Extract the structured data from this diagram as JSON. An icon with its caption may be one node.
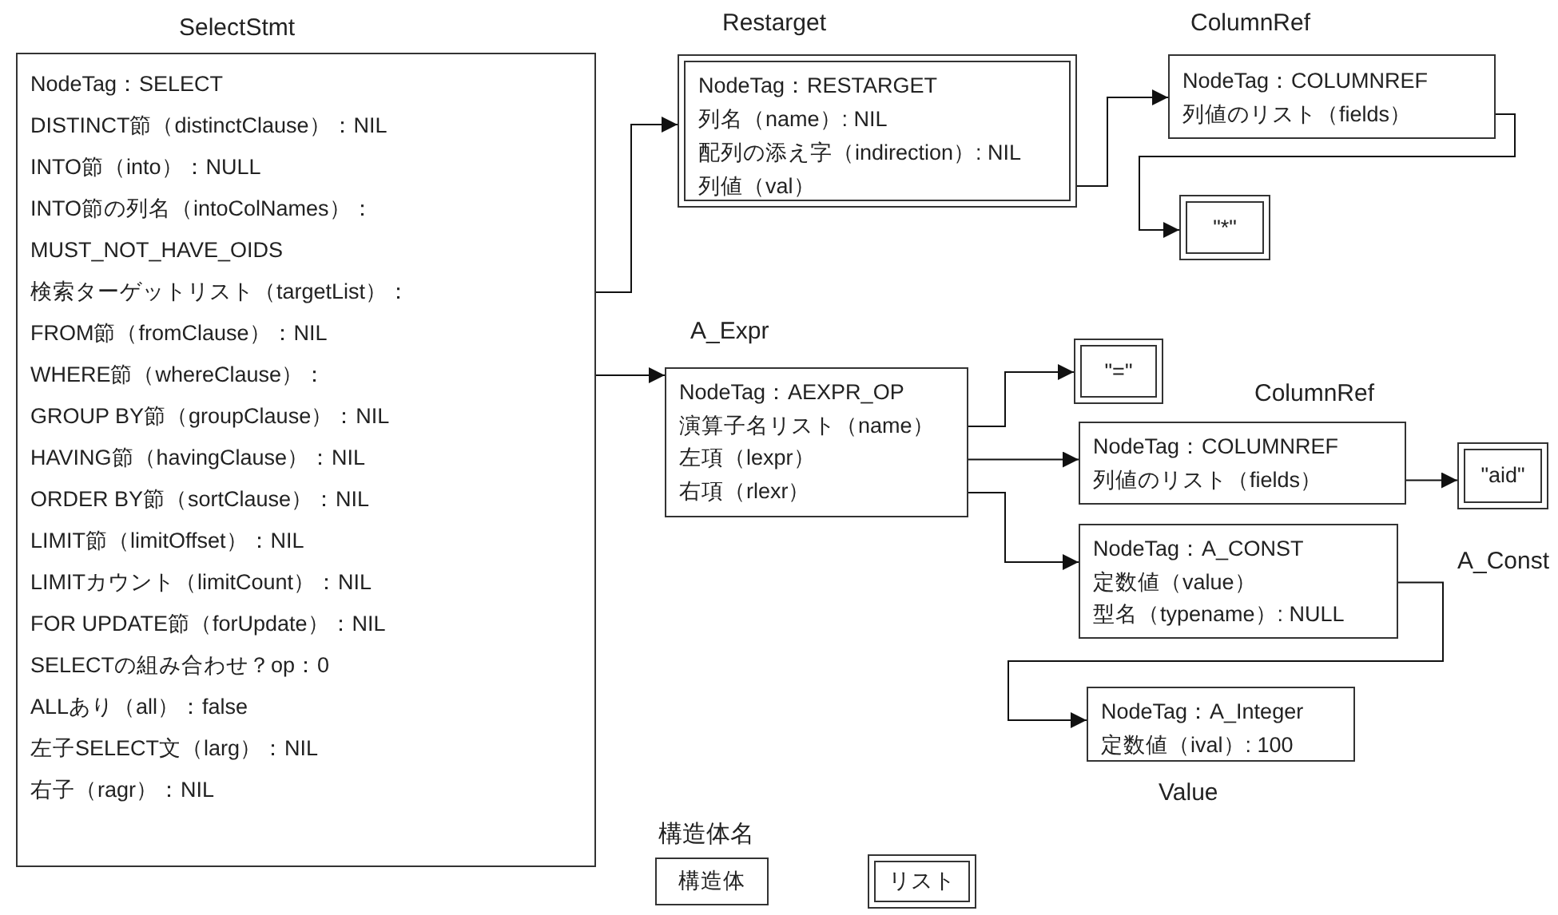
{
  "diagram": {
    "nodes": [
      {
        "text": [
          "SelectStmt",
          "NodeTag：SELECT",
          "DISTINCT節（distinctClause）：NIL",
          "INTO節（into）：NULL",
          "INTO節の列名（intoColNames）：",
          "MUST_NOT_HAVE_OIDS",
          "検索ターゲットリスト（targetList）：",
          "FROM節（fromClause）：NIL",
          "WHERE節（whereClause）：",
          "GROUP BY節（groupClause）：NIL",
          "HAVING節（havingClause）：NIL",
          "ORDER BY節（sortClause）：NIL",
          "LIMIT節（limitOffset）：NIL",
          "LIMITカウント（limitCount）：NIL",
          "FOR UPDATE節（forUpdate）：NIL",
          "SELECTの組み合わせ？op：0",
          "ALLあり（all）：false",
          "左子SELECT文（larg）：NIL",
          "右子（ragr）：NIL"
        ]
      },
      {
        "text": [
          "Restarget",
          "NodeTag：RESTARGET",
          "列名（name）: NIL",
          "配列の添え字（indirection）: NIL",
          "列値（val）"
        ]
      },
      {
        "text": [
          "ColumnRef",
          "NodeTag：COLUMNREF",
          "列値のリスト（fields）"
        ]
      },
      {
        "text": [
          "\"*\""
        ]
      },
      {
        "text": [
          "A_Expr",
          "NodeTag：AEXPR_OP",
          "演算子名リスト（name）",
          "左項（lexpr）",
          "右項（rlexr）"
        ]
      },
      {
        "text": [
          "\"=\""
        ]
      },
      {
        "text": [
          "ColumnRef",
          "NodeTag：COLUMNREF",
          "列値のリスト（fields）"
        ]
      },
      {
        "text": [
          "\"aid\""
        ]
      },
      {
        "text": [
          "NodeTag：A_CONST",
          "定数値（value）",
          "型名（typename）: NULL"
        ],
        "beside": [
          "A_Const"
        ]
      },
      {
        "text": [
          "NodeTag：A_Integer",
          "定数値（ival）: 100"
        ],
        "beside": [
          "Value"
        ]
      },
      {
        "text": [
          "構造体名",
          "構造体"
        ]
      },
      {
        "text": [
          "リスト"
        ]
      }
    ],
    "edges": [
      {
        "from": 0,
        "to": 1,
        "arrow": "to"
      },
      {
        "from": 0,
        "to": 4,
        "arrow": "to"
      },
      {
        "from": 1,
        "to": 2,
        "arrow": "to"
      },
      {
        "from": 2,
        "to": 3,
        "arrow": "to"
      },
      {
        "from": 4,
        "to": 5,
        "arrow": "to"
      },
      {
        "from": 4,
        "to": 6,
        "arrow": "to"
      },
      {
        "from": 6,
        "to": 7,
        "arrow": "to"
      },
      {
        "from": 4,
        "to": 8,
        "arrow": "to"
      },
      {
        "from": 8,
        "to": 9,
        "arrow": "to"
      }
    ]
  }
}
